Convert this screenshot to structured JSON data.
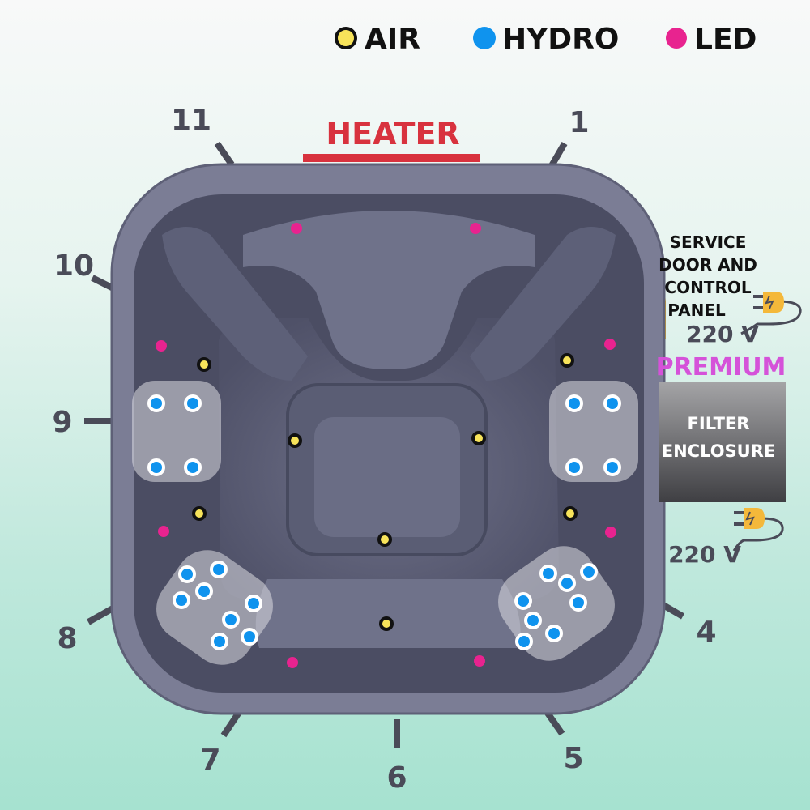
{
  "legend": [
    {
      "label": "AIR",
      "color": "#f7e35a"
    },
    {
      "label": "HYDRO",
      "color": "#0f93ee"
    },
    {
      "label": "LED",
      "color": "#e8238f"
    }
  ],
  "heater": {
    "label": "HEATER",
    "color": "#d8323e"
  },
  "positions": [
    "11",
    "1",
    "10",
    "9",
    "8",
    "7",
    "6",
    "5",
    "4"
  ],
  "service_panel": {
    "lines": [
      "SERVICE",
      "DOOR AND",
      "CONTROL",
      "PANEL"
    ],
    "voltage": "220 V"
  },
  "premium": {
    "label": "PREMIUM",
    "color": "#d552d9"
  },
  "filter": {
    "lines": [
      "FILTER",
      "ENCLOSURE"
    ]
  },
  "filter_power": {
    "voltage": "220 V"
  },
  "colors": {
    "shell": "#7b7d95",
    "shell_dark": "#4b4d63",
    "seat": "#6f728a",
    "plug": "#f4b83a",
    "service_door": "#f2b626"
  }
}
